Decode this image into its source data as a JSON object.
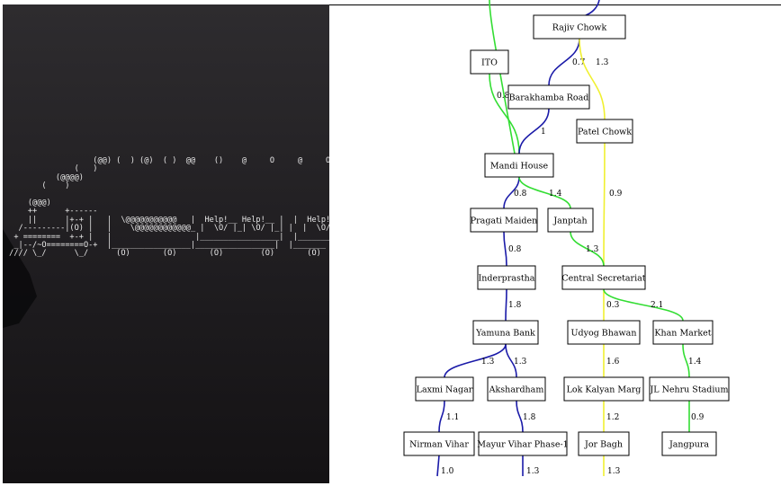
{
  "terminal": {
    "ascii_lines": [
      "                   (@@) (  ) (@)  ( )  @@    ()    @     O     @     O",
      "               (   )",
      "           (@@@@)",
      "        (    )",
      "",
      "     (@@@)",
      "     ++      +------",
      "     ||      |+-+ |   |  \\@@@@@@@@@@@   |  Help!__ Help!__ |  |  Help!",
      "   /---------|(O) |   |    \\@@@@@@@@@@@@_ |  \\O/ |_| \\O/ |_| |  |  \\O/ |",
      "  + ========  +-+ |   |                  |_________________|  |_______",
      "  _|--/~O========O-+  |_________________|_________________|  |_______",
      " //// \\_/      \\_/      (O)       (O)       (O)        (O)       (O)"
    ]
  },
  "colors": {
    "blue": "#1a1aa8",
    "green": "#33dd33",
    "yellow": "#f0f030"
  },
  "graph": {
    "nodes": [
      {
        "id": "rajiv",
        "label": "Rajiv Chowk"
      },
      {
        "id": "ito",
        "label": "ITO"
      },
      {
        "id": "barakhamba",
        "label": "Barakhamba Road"
      },
      {
        "id": "patel",
        "label": "Patel Chowk"
      },
      {
        "id": "mandi",
        "label": "Mandi House"
      },
      {
        "id": "pragati",
        "label": "Pragati Maiden"
      },
      {
        "id": "janptah",
        "label": "Janptah"
      },
      {
        "id": "central",
        "label": "Central Secretariat"
      },
      {
        "id": "inder",
        "label": "Inderprastha"
      },
      {
        "id": "yamuna",
        "label": "Yamuna Bank"
      },
      {
        "id": "udyog",
        "label": "Udyog Bhawan"
      },
      {
        "id": "khan",
        "label": "Khan Market"
      },
      {
        "id": "laxmi",
        "label": "Laxmi Nagar"
      },
      {
        "id": "akshar",
        "label": "Akshardham"
      },
      {
        "id": "lok",
        "label": "Lok Kalyan Marg"
      },
      {
        "id": "jln",
        "label": "JL Nehru Stadium"
      },
      {
        "id": "nirman",
        "label": "Nirman Vihar"
      },
      {
        "id": "mayur",
        "label": "Mayur Vihar Phase-1"
      },
      {
        "id": "jor",
        "label": "Jor Bagh"
      },
      {
        "id": "jangpura",
        "label": "Jangpura"
      }
    ],
    "edges": [
      {
        "from": "rajiv",
        "to": "barakhamba",
        "label": "0.7",
        "color": "blue"
      },
      {
        "from": "rajiv",
        "to": "patel",
        "label": "1.3",
        "color": "yellow"
      },
      {
        "from": "ito",
        "to": "mandi",
        "label": "0.8",
        "color": "green"
      },
      {
        "from": "barakhamba",
        "to": "mandi",
        "label": "1",
        "color": "blue"
      },
      {
        "from": "patel",
        "to": "central",
        "label": "0.9",
        "color": "yellow"
      },
      {
        "from": "mandi",
        "to": "pragati",
        "label": "0.8",
        "color": "blue"
      },
      {
        "from": "mandi",
        "to": "janptah",
        "label": "1.4",
        "color": "green"
      },
      {
        "from": "janptah",
        "to": "central",
        "label": "1.3",
        "color": "green"
      },
      {
        "from": "pragati",
        "to": "inder",
        "label": "0.8",
        "color": "blue"
      },
      {
        "from": "inder",
        "to": "yamuna",
        "label": "1.8",
        "color": "blue"
      },
      {
        "from": "central",
        "to": "udyog",
        "label": "0.3",
        "color": "yellow"
      },
      {
        "from": "central",
        "to": "khan",
        "label": "2.1",
        "color": "green"
      },
      {
        "from": "yamuna",
        "to": "laxmi",
        "label": "1.3",
        "color": "blue"
      },
      {
        "from": "yamuna",
        "to": "akshar",
        "label": "1.3",
        "color": "blue"
      },
      {
        "from": "udyog",
        "to": "lok",
        "label": "1.6",
        "color": "yellow"
      },
      {
        "from": "khan",
        "to": "jln",
        "label": "1.4",
        "color": "green"
      },
      {
        "from": "laxmi",
        "to": "nirman",
        "label": "1.1",
        "color": "blue"
      },
      {
        "from": "akshar",
        "to": "mayur",
        "label": "1.8",
        "color": "blue"
      },
      {
        "from": "lok",
        "to": "jor",
        "label": "1.2",
        "color": "yellow"
      },
      {
        "from": "jln",
        "to": "jangpura",
        "label": "0.9",
        "color": "green"
      }
    ],
    "partial_edges": [
      {
        "label": "",
        "color": "green"
      },
      {
        "label": "",
        "color": "blue"
      },
      {
        "label": "1.0",
        "color": "blue"
      },
      {
        "label": "1.3",
        "color": "blue"
      },
      {
        "label": "1.3",
        "color": "yellow"
      }
    ]
  }
}
